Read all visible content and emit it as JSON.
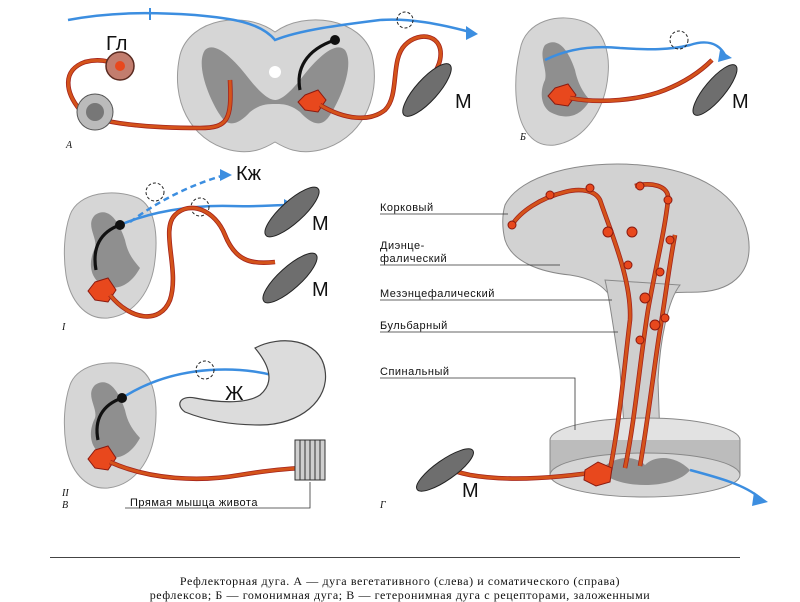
{
  "labels": {
    "gl": "Гл",
    "m": "М",
    "kzh": "Кж",
    "zh": "Ж"
  },
  "panels": {
    "a": "А",
    "b": "Б",
    "i": "I",
    "ii": "II",
    "v": "В",
    "g": "Г"
  },
  "levels": [
    "Корковый",
    "Диэнце-",
    "фалический",
    "Мезэнцефалический",
    "Бульбарный",
    "Спинальный"
  ],
  "muscle_label": "Прямая мышца живота",
  "caption": {
    "line1": "Рефлекторная дуга. А — дуга вегетативного (слева) и соматического (справа)",
    "line2": "рефлексов; Б — гомонимная дуга; В — гетеронимная дуга с рецепторами, заложенными"
  },
  "colors": {
    "afferent": "#3c8ee0",
    "efferent": "#d4531a",
    "neuron": "#e8481d",
    "grey_matter": "#8f8f8f",
    "white_matter": "#d6d6d6"
  }
}
